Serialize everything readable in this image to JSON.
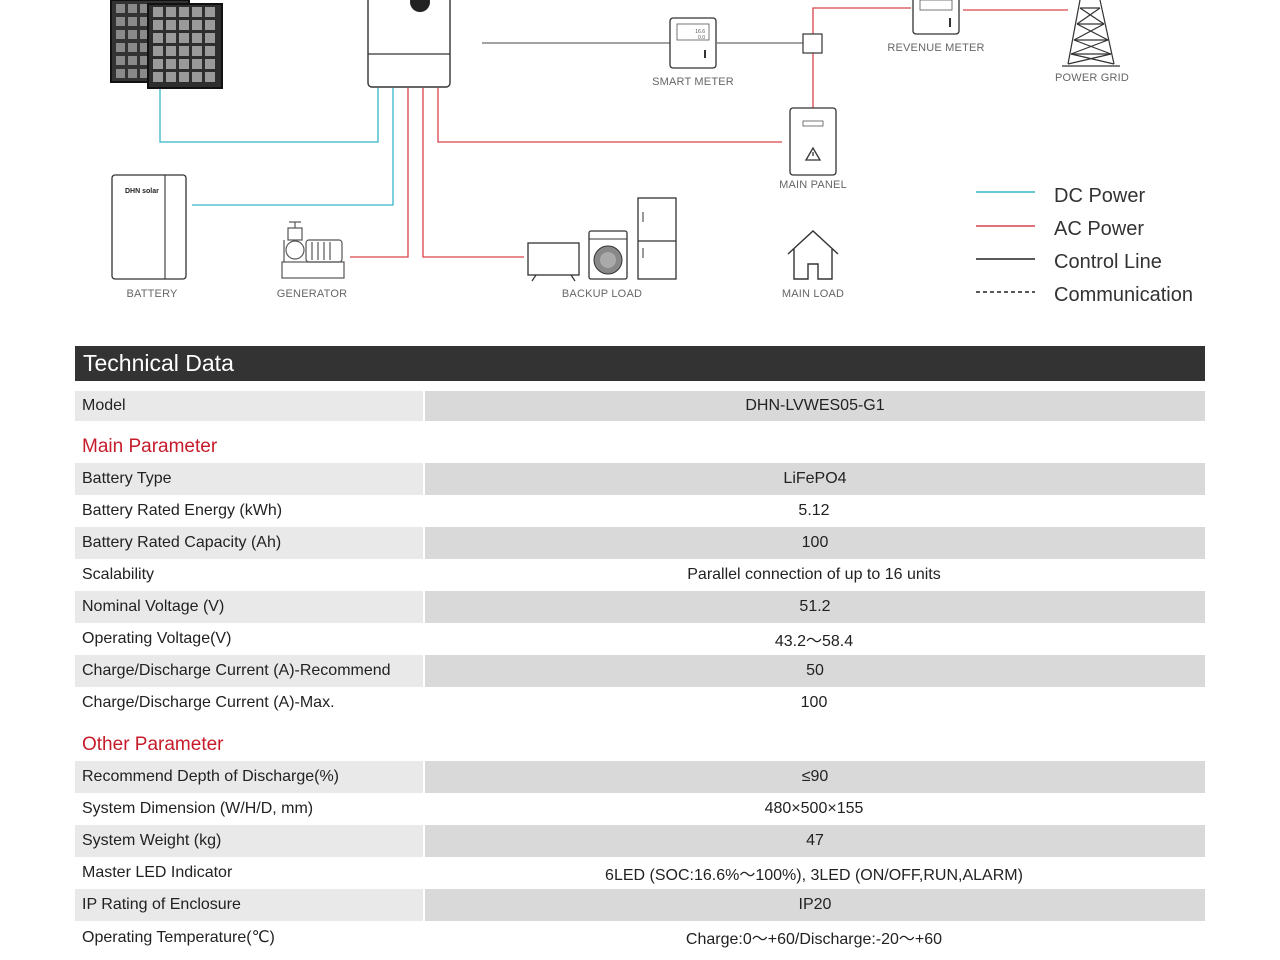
{
  "diagram": {
    "labels": {
      "smart_meter": "SMART METER",
      "revenue_meter": "REVENUE METER",
      "power_grid": "POWER GRID",
      "main_panel": "MAIN PANEL",
      "battery": "BATTERY",
      "generator": "GENERATOR",
      "backup_load": "BACKUP LOAD",
      "main_load": "MAIN LOAD",
      "battery_brand": "DHN solar",
      "meter_value_1": "16.6",
      "meter_value_2": "0.0"
    },
    "legend": [
      {
        "label": "DC Power",
        "color": "#35b5c8",
        "style": "solid"
      },
      {
        "label": "AC Power",
        "color": "#d9434b",
        "style": "solid"
      },
      {
        "label": "Control Line",
        "color": "#222222",
        "style": "solid"
      },
      {
        "label": "Communication",
        "color": "#222222",
        "style": "dashed"
      }
    ],
    "colors": {
      "dc": "#35b5c8",
      "ac": "#d9434b",
      "control": "#222222"
    }
  },
  "technical_data": {
    "title": "Technical Data",
    "model": {
      "label": "Model",
      "value": "DHN-LVWES05-G1"
    },
    "main_parameter": {
      "title": "Main Parameter",
      "rows": [
        {
          "label": "Battery Type",
          "value": "LiFePO4"
        },
        {
          "label": "Battery Rated Energy (kWh)",
          "value": "5.12"
        },
        {
          "label": "Battery Rated Capacity (Ah)",
          "value": "100"
        },
        {
          "label": "Scalability",
          "value": "Parallel connection of up to 16 units"
        },
        {
          "label": "Nominal Voltage (V)",
          "value": "51.2"
        },
        {
          "label": "Operating Voltage(V)",
          "value": "43.2～58.4"
        },
        {
          "label": "Charge/Discharge Current (A)-Recommend",
          "value": "50"
        },
        {
          "label": "Charge/Discharge Current (A)-Max.",
          "value": "100"
        }
      ]
    },
    "other_parameter": {
      "title": "Other Parameter",
      "rows": [
        {
          "label": "Recommend Depth of Discharge(%)",
          "value": "≤90"
        },
        {
          "label": "System Dimension (W/H/D, mm)",
          "value": "480×500×155"
        },
        {
          "label": "System Weight (kg)",
          "value": "47"
        },
        {
          "label": "Master LED Indicator",
          "value": "6LED (SOC:16.6%～100%), 3LED (ON/OFF,RUN,ALARM)"
        },
        {
          "label": "IP Rating of Enclosure",
          "value": "IP20"
        },
        {
          "label": "Operating Temperature(℃)",
          "value": "Charge:0～+60/Discharge:-20～+60"
        }
      ]
    }
  }
}
